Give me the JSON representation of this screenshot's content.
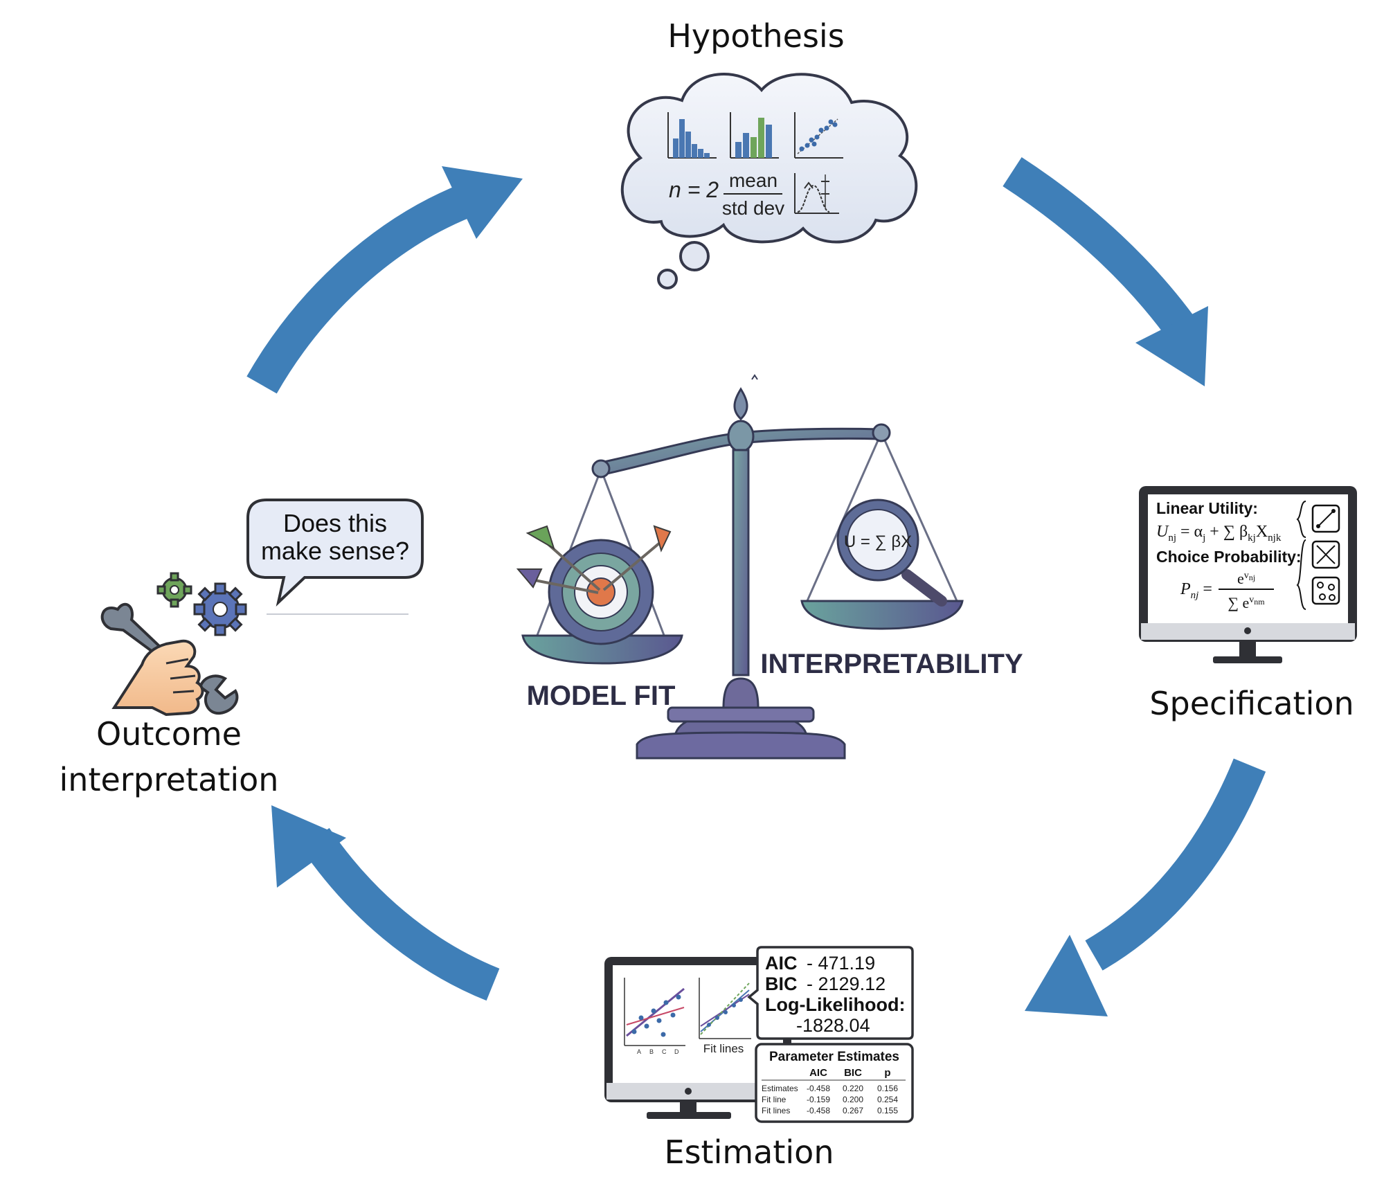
{
  "stages": {
    "hypothesis": "Hypothesis",
    "specification": "Specification",
    "estimation": "Estimation",
    "outcome_line1": "Outcome",
    "outcome_line2": "interpretation"
  },
  "hypothesis_cloud": {
    "n_text": "n = 2",
    "mean": "mean",
    "std_dev": "std dev"
  },
  "center": {
    "model_fit": "MODEL FIT",
    "interpretability": "INTERPRETABILITY",
    "magnifier_formula": "U = ∑ βX"
  },
  "speech_bubble": {
    "line1": "Does this",
    "line2": "make sense?"
  },
  "specification_monitor": {
    "linear_utility": "Linear Utility:",
    "choice_probability": "Choice Probability:"
  },
  "estimation_panel": {
    "aic_label": "AIC",
    "aic_value": "- 471.19",
    "bic_label": "BIC",
    "bic_value": "- 2129.12",
    "loglik_label": "Log-Likelihood:",
    "loglik_value": "-1828.04",
    "fit_lines_caption": "Fit lines",
    "x_ticks": [
      "A",
      "B",
      "C",
      "D"
    ],
    "table": {
      "title": "Parameter Estimates",
      "headers": [
        "",
        "AIC",
        "BIC",
        "p"
      ],
      "rows": [
        [
          "Estimates",
          "-0.458",
          "0.220",
          "0.156"
        ],
        [
          "Fit line",
          "-0.159",
          "0.200",
          "0.254"
        ],
        [
          "Fit lines",
          "-0.458",
          "0.267",
          "0.155"
        ]
      ]
    }
  },
  "colors": {
    "arrow": "#3f7fb8",
    "scale_dark": "#5b5f86",
    "scale_mid": "#6d8f9a",
    "target_orange": "#e0784a",
    "bubble_fill": "#e6ebf6",
    "monitor_frame": "#2f3035"
  }
}
